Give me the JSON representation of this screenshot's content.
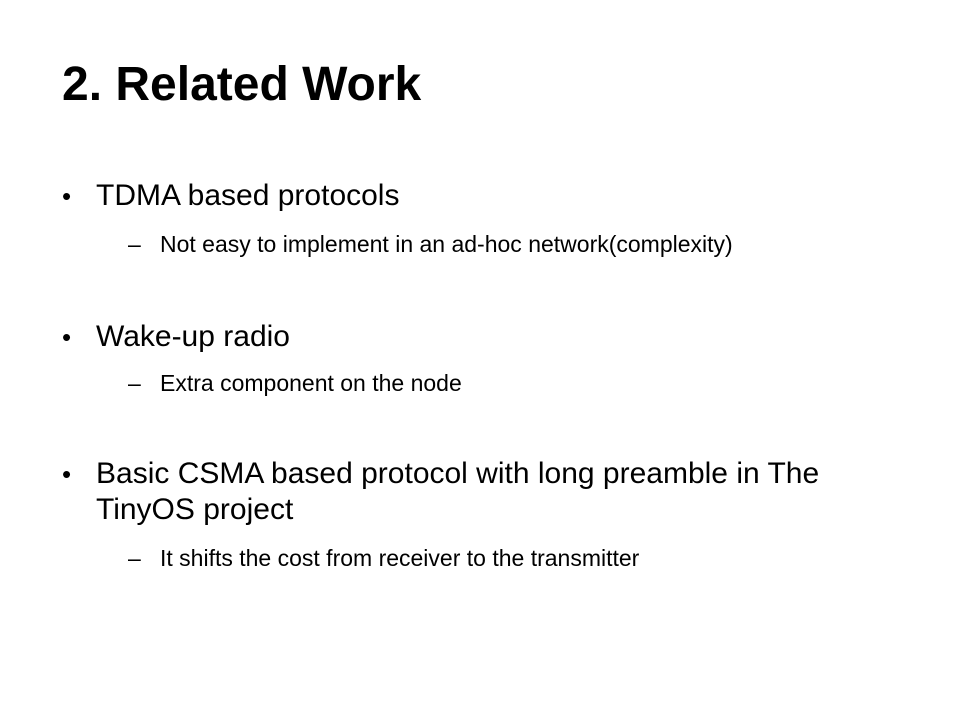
{
  "slide": {
    "title": "2. Related Work",
    "bullets": [
      {
        "text": "TDMA based protocols",
        "sub": "Not easy to implement in an ad-hoc network(complexity)"
      },
      {
        "text": "Wake-up radio",
        "sub": "Extra component on the node"
      },
      {
        "text": "Basic CSMA based protocol with long preamble in The TinyOS project",
        "sub": "It shifts the cost from receiver to the transmitter"
      }
    ],
    "bullet_glyph": "•",
    "dash_glyph": "–"
  }
}
